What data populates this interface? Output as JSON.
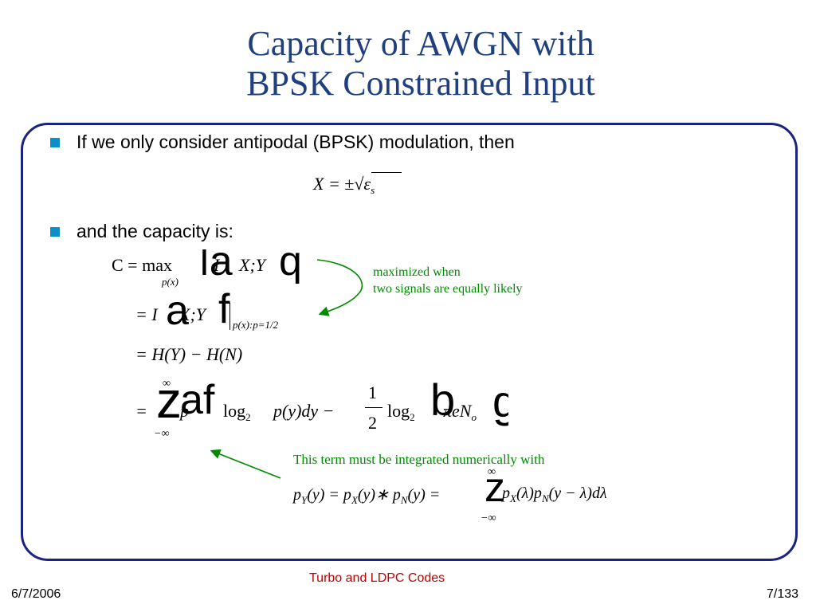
{
  "slide": {
    "title_line1": "Capacity of AWGN with",
    "title_line2": "BPSK Constrained Input",
    "bullets": [
      "If we only consider antipodal (BPSK) modulation, then",
      "and the capacity is:"
    ],
    "note_maximized_line1": "maximized when",
    "note_maximized_line2": "two signals are equally likely",
    "note_integrated": "This term must be integrated numerically with"
  },
  "equations": {
    "x_def": "X = ±√ε",
    "x_def_sub": "s",
    "cap_lhs": "C = max",
    "cap_sub": "p(x)",
    "cap_I": "I",
    "cap_args": "X;Y",
    "cap_glyph_open": "a",
    "cap_glyph_close": "q",
    "line2_lhs": "= I",
    "line2_glyph": "a",
    "line2_args": "X;Y",
    "line2_glyph_close": "f",
    "line2_sub": "p(x):p=1/2",
    "line3": "= H(Y) − H(N)",
    "line4_eq": "=",
    "line4_int_glyph": "z",
    "line4_glyph": "af",
    "line4_py": "p",
    "line4_body": "log",
    "line4_base": "2",
    "line4_rest": "p(y)dy −",
    "frac_num": "1",
    "frac_den": "2",
    "line4_log2": "log",
    "line4_log2_base": "2",
    "line4_b": "b",
    "line4_tail": "πeN",
    "line4_tail_sub": "o",
    "line4_g": "g",
    "lim_top": "∞",
    "lim_bottom": "−∞",
    "conv_lhs": "p",
    "conv_lhs_sub": "Y",
    "conv_mid": "(y) = p",
    "conv_X": "X",
    "conv_mid2": "(y)∗ p",
    "conv_N": "N",
    "conv_mid3": "(y) =",
    "conv_int_glyph": "z",
    "conv_p": "p",
    "conv_X2": "X",
    "conv_tail": "(λ)p",
    "conv_N2": "N",
    "conv_tail2": "(y − λ)dλ",
    "conv_lim_top": "∞",
    "conv_lim_bottom": "−∞"
  },
  "footer": {
    "date": "6/7/2006",
    "center": "Turbo and LDPC Codes",
    "page": "7/133"
  },
  "colors": {
    "title": "#1f3f7f",
    "frame": "#1a237e",
    "bullet": "#0a8fc8",
    "note": "#008a00",
    "footer_center": "#c00000",
    "arrow": "#008a00"
  }
}
